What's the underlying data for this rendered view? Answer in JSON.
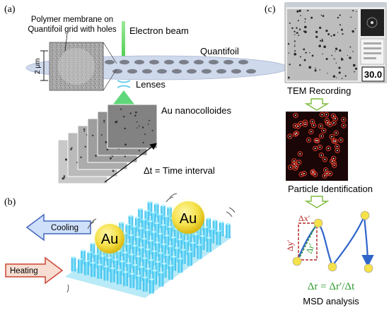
{
  "panels": {
    "a": {
      "label": "(a)",
      "membrane_label_line1": "Polymer membrane on",
      "membrane_label_line2": "Quantifoil grid with holes",
      "scale_label": "2 μm",
      "electron_beam_label": "Electron beam",
      "quantifoil_label": "Quantifoil",
      "lenses_label": "Lenses",
      "nanocolloids_label": "Au nanocolloides",
      "time_interval_label": "Δt = Time interval"
    },
    "b": {
      "label": "(b)",
      "cooling_label": "Cooling",
      "heating_label": "Heating",
      "particle_label_1": "Au",
      "particle_label_2": "Au"
    },
    "c": {
      "label": "(c)",
      "tem_readout": "30.0",
      "tem_recording_label": "TEM Recording",
      "particle_identification_label": "Particle Identification",
      "dx_label": "Δx′",
      "dy_label": "Δy′",
      "dr_label": "Δr′",
      "formula": "Δr = Δr′/Δt",
      "msd_label": "MSD analysis"
    }
  },
  "colors": {
    "beam": "#5fd05f",
    "quantifoil": "#cfd9ec",
    "cooling_arrow": "#cfe0fb",
    "cooling_border": "#4466bb",
    "heating_arrow": "#f7ddd2",
    "heating_border": "#cc4433",
    "gold_particle": "#f5e14a",
    "pillar": "#5fd3f3",
    "flow_arrow": "#7dbb3c",
    "trajectory": "#2f64c9",
    "formula": "#2f9a2f",
    "dx_dy": "#b22222"
  }
}
